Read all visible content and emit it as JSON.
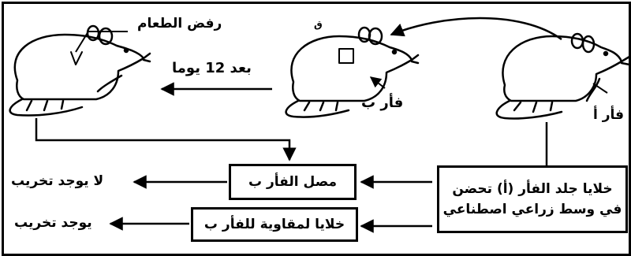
{
  "labels": {
    "rejection": "رفض الطعام",
    "after_days": "بعد 12 يوما",
    "mouse_b": "فأر ب",
    "mouse_a": "فأر أ",
    "mark_b": "ق"
  },
  "boxes": {
    "source": "خلايا جلد الفأر (أ) تحضن في وسط زراعي اصطناعي",
    "serum": "مصل الفأر ب",
    "immune_cells": "خلايا لمقاوية للفأر ب"
  },
  "results": {
    "no_destruction": "لا يوجد تخريب",
    "destruction": "يوجد تخريب"
  }
}
